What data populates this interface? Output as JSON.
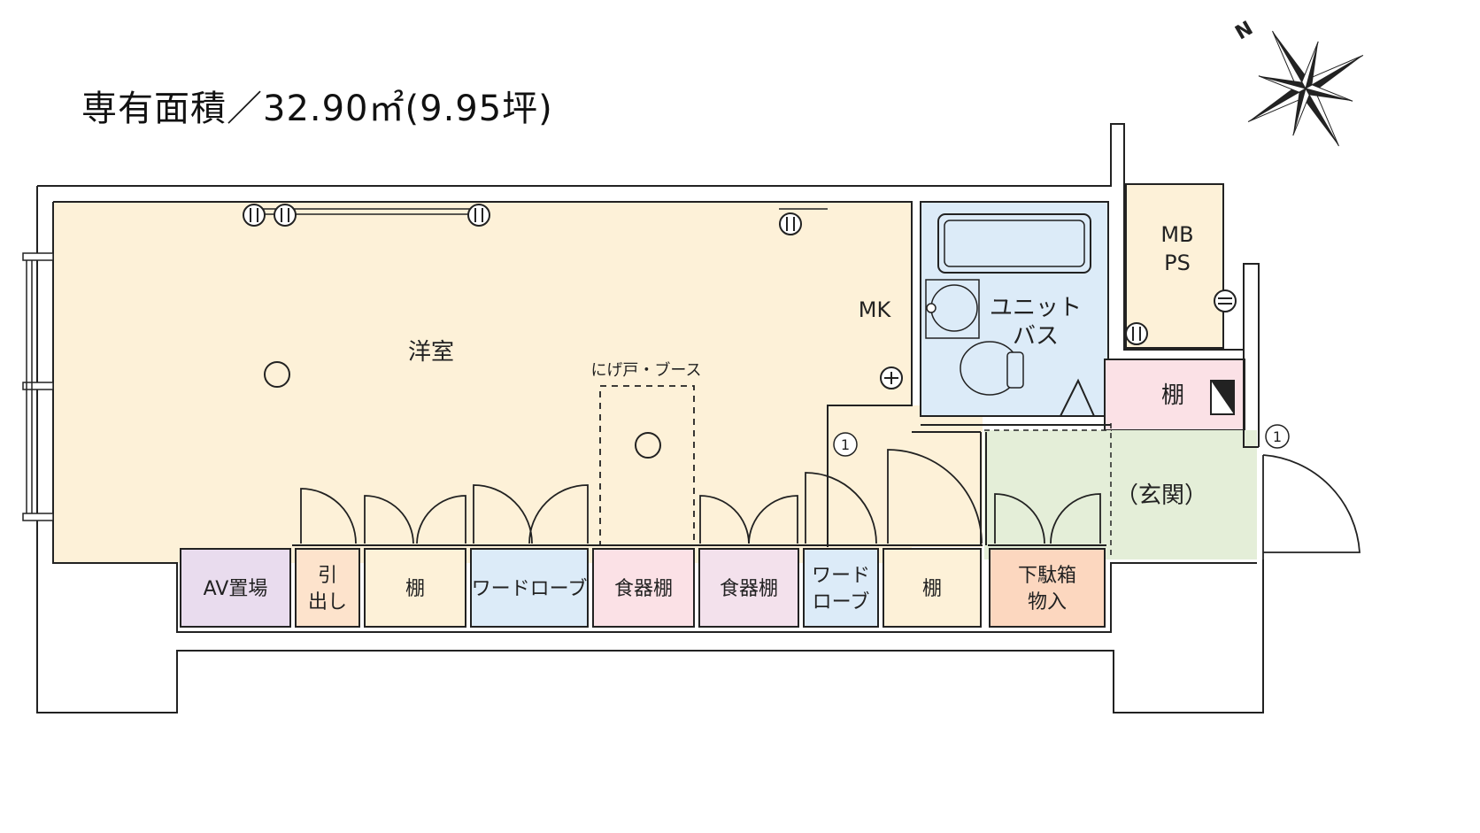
{
  "header": {
    "area": "専有面積／32.90㎡(9.95坪)"
  },
  "compass": {
    "north": "N"
  },
  "rooms": {
    "western_room": "洋室",
    "mk": "MK",
    "unit_bath": [
      "ユニット",
      "バス"
    ],
    "mb_ps": [
      "MB",
      "PS"
    ],
    "shelf_entry": "棚",
    "genkan": "（玄関）",
    "nige_booth": "にげ戸・ブース",
    "door_mark": "1"
  },
  "storage": [
    {
      "lines": [
        "AV置場"
      ],
      "color": "#e9dcee"
    },
    {
      "lines": [
        "引",
        "出し"
      ],
      "color": "#fde3cc"
    },
    {
      "lines": [
        "棚"
      ],
      "color": "#fdf1d8"
    },
    {
      "lines": [
        "ワードローブ"
      ],
      "color": "#dcebf8"
    },
    {
      "lines": [
        "食器棚"
      ],
      "color": "#fbe1e6"
    },
    {
      "lines": [
        "食器棚"
      ],
      "color": "#f3e1ec"
    },
    {
      "lines": [
        "ワード",
        "ローブ"
      ],
      "color": "#dcebf8"
    },
    {
      "lines": [
        "棚"
      ],
      "color": "#fdf1d8"
    },
    {
      "lines": [
        "下駄箱",
        "物入"
      ],
      "color": "#fcd7bf"
    }
  ],
  "colors": {
    "room_fill": "#fdf1d8",
    "bath_fill": "#dcebf8",
    "genkan_fill": "#e4eed8",
    "shelf_fill": "#fbe1e6",
    "wall": "#222222"
  }
}
